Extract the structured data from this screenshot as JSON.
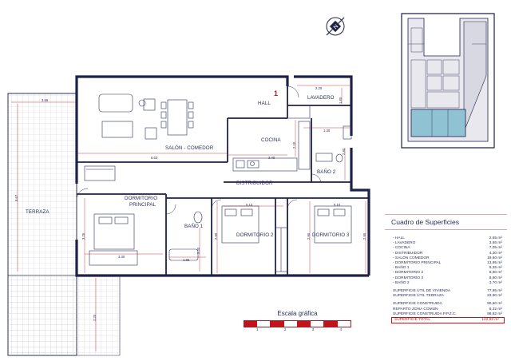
{
  "unit_marker": "1",
  "rooms": {
    "terraza": "TERRAZA",
    "hall": "HALL",
    "lavadero": "LAVADERO",
    "salon": "SALÓN - COMEDOR",
    "cocina": "COCINA",
    "bano2": "BAÑO 2",
    "distribuidor": "DISTRIBUIDOR",
    "dormitorio_principal_1": "DORMITORIO",
    "dormitorio_principal_2": "PRINCIPAL",
    "bano1": "BAÑO 1",
    "dormitorio2": "DORMITORIO 2",
    "dormitorio3": "DORMITORIO 3"
  },
  "dimensions": {
    "terraza_w": "3.55",
    "terraza_h": "8.67",
    "terraza_bottom": "2.20",
    "salon_w": "6.63",
    "lavadero_w": "2.20",
    "lavadero_h": "1.80",
    "cocina_h": "2.10",
    "cocina_w": "3.40",
    "cocina_w2": "1.30",
    "bano2_h": "2.80",
    "dist_w": "5.10",
    "dist_w2": "5.10",
    "dp_w": "3.30",
    "dp_h": "3.25",
    "bano1_w": "1.85",
    "bano1_h": "3.30",
    "d2_h": "2.90",
    "d3_h": "2.90",
    "d3_h2": "2.90"
  },
  "surfaces": {
    "title": "Cuadro de Superficies",
    "rooms": [
      {
        "label": "- HALL",
        "value": "2,55 m²"
      },
      {
        "label": "- LAVADERO",
        "value": "3,65 m²"
      },
      {
        "label": "- COCINA",
        "value": "7,05 m²"
      },
      {
        "label": "- DISTRIBUIDOR",
        "value": "4,30 m²"
      },
      {
        "label": "- SALÓN COMEDOR",
        "value": "19,60 m²"
      },
      {
        "label": "- DORMITORIO PRINCIPAL",
        "value": "13,95 m²"
      },
      {
        "label": "- BAÑO 1",
        "value": "5,35 m²"
      },
      {
        "label": "- DORMITORIO 2",
        "value": "8,90 m²"
      },
      {
        "label": "- DORMITORIO 3",
        "value": "8,90 m²"
      },
      {
        "label": "- BAÑO 2",
        "value": "3,70 m²"
      }
    ],
    "util": [
      {
        "label": "SUPERFICIE ÚTIL DE VIVIENDA",
        "value": "77,95 m²"
      },
      {
        "label": "SUPERFICIE ÚTIL TERRAZA",
        "value": "23,90 m²"
      }
    ],
    "construida": [
      {
        "label": "SUPERFICIE CONSTRUIDA",
        "value": "90,60 m²"
      },
      {
        "label": "REPARTO ZONA COMÚN",
        "value": "8,32 m²"
      },
      {
        "label": "SUPERFICIE CONSTRUIDA P.P.Z.C.",
        "value": "98,92 m²"
      }
    ],
    "total": {
      "label": "SUPERFICIE TOTAL",
      "value": "122,82 m²"
    }
  },
  "scale": {
    "title": "Escala gráfica",
    "ticks": [
      "1",
      "2",
      "3",
      "4"
    ]
  },
  "colors": {
    "wall": "#1e2148",
    "accent": "#c0141c",
    "highlight": "#8fc3d3"
  }
}
